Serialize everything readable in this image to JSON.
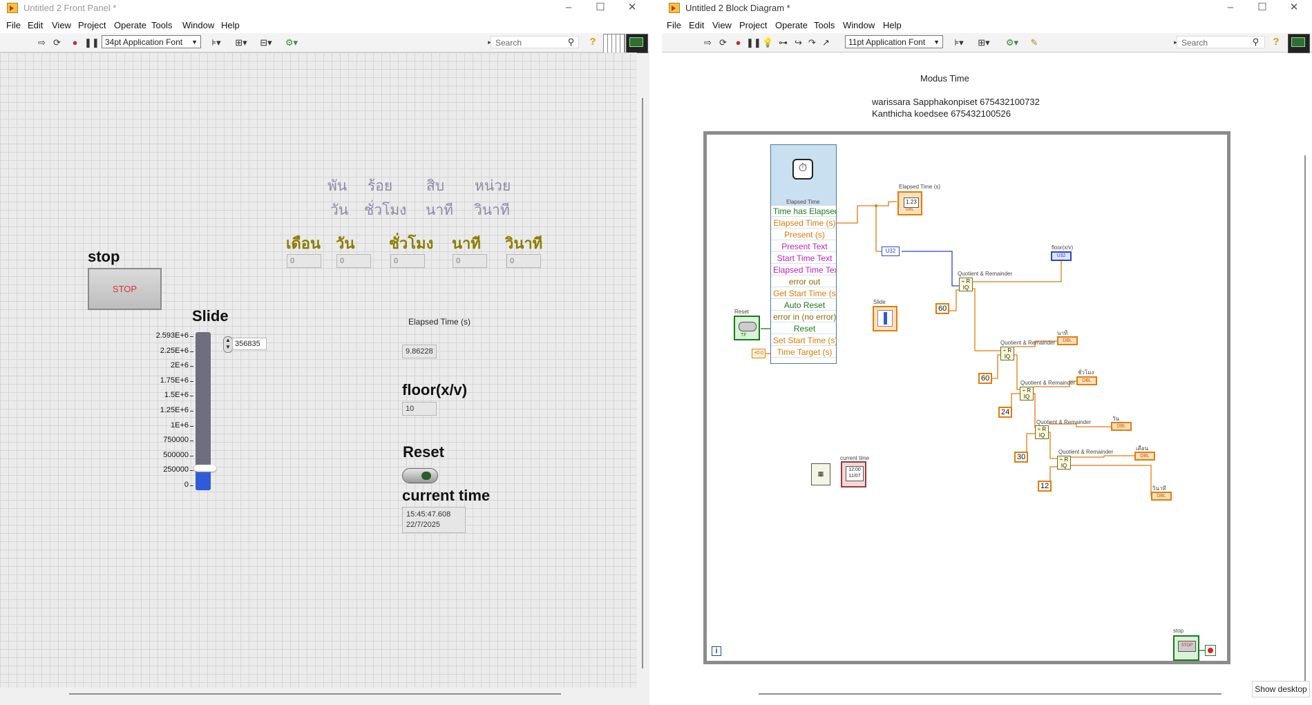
{
  "front_panel": {
    "title": "Untitled 2 Front Panel *",
    "menu": [
      "File",
      "Edit",
      "View",
      "Project",
      "Operate",
      "Tools",
      "Window",
      "Help"
    ],
    "font": "34pt Application Font",
    "search_placeholder": "Search",
    "thai_header_row1": [
      "พัน",
      "ร้อย",
      "สิบ",
      "หน่วย"
    ],
    "thai_header_row2": [
      "วัน",
      "ชั่วโมง",
      "นาที",
      "วินาที"
    ],
    "unit_labels": [
      "เดือน",
      "วัน",
      "ชั่วโมง",
      "นาที",
      "วินาที"
    ],
    "unit_values": [
      "0",
      "0",
      "0",
      "0",
      "0"
    ],
    "stop_label": "stop",
    "stop_button": "STOP",
    "slide_label": "Slide",
    "slide_value": "356835",
    "slide_level": 0.1376,
    "slide_ticks": [
      "2.593E+6",
      "2.25E+6",
      "2E+6",
      "1.75E+6",
      "1.5E+6",
      "1.25E+6",
      "1E+6",
      "750000",
      "500000",
      "250000",
      "0"
    ],
    "elapsed_label": "Elapsed Time (s)",
    "elapsed_value": "9.86228",
    "floor_label": "floor(x/v)",
    "floor_value": "10",
    "reset_label": "Reset",
    "current_time_label": "current time",
    "current_time_line1": "15:45:47.608",
    "current_time_line2": "22/7/2025"
  },
  "block_diagram": {
    "title": "Untitled 2 Block Diagram *",
    "menu": [
      "File",
      "Edit",
      "View",
      "Project",
      "Operate",
      "Tools",
      "Window",
      "Help"
    ],
    "font": "11pt Application Font",
    "search_placeholder": "Search",
    "heading": "Modus Time",
    "author1": "warissara Sapphakonpiset 675432100732",
    "author2": "Kanthicha koedsee  675432100526",
    "express_title": "Elapsed Time",
    "terminals": [
      {
        "label": "Time has Elapsed",
        "color": "#1a7a1a"
      },
      {
        "label": "Elapsed Time (s)",
        "color": "#e07800"
      },
      {
        "label": "Present (s)",
        "color": "#e07800"
      },
      {
        "label": "Present Text",
        "color": "#c020c0"
      },
      {
        "label": "Start Time Text",
        "color": "#c020c0"
      },
      {
        "label": "Elapsed Time Text",
        "color": "#c020c0"
      },
      {
        "label": "error out",
        "color": "#8a6a00"
      },
      {
        "label": "Get Start Time (s)",
        "color": "#e07800"
      },
      {
        "label": "Auto Reset",
        "color": "#1a7a1a"
      },
      {
        "label": "error in (no error)",
        "color": "#8a6a00"
      },
      {
        "label": "Reset",
        "color": "#1a7a1a"
      },
      {
        "label": "Set Start Time (s)",
        "color": "#e07800"
      },
      {
        "label": "Time Target (s)",
        "color": "#e07800"
      }
    ],
    "elapsed_node_label": "Elapsed Time (s)",
    "elapsed_node_value": "1.23",
    "u32_label": "U32",
    "floor_node_label": "floor(x/v)",
    "slide_node_label": "Slide",
    "reset_node_label": "Reset",
    "current_time_node_label": "current time",
    "stop_node_label": "stop",
    "qr_label": "Quotient & Remainder",
    "constants": [
      "60",
      "60",
      "24",
      "30",
      "12"
    ],
    "out_labels": [
      "นาที",
      "ชั่วโมง",
      "วัน",
      "เดือน",
      "วินาที"
    ],
    "dbl": "DBL"
  },
  "show_desktop": "Show desktop"
}
